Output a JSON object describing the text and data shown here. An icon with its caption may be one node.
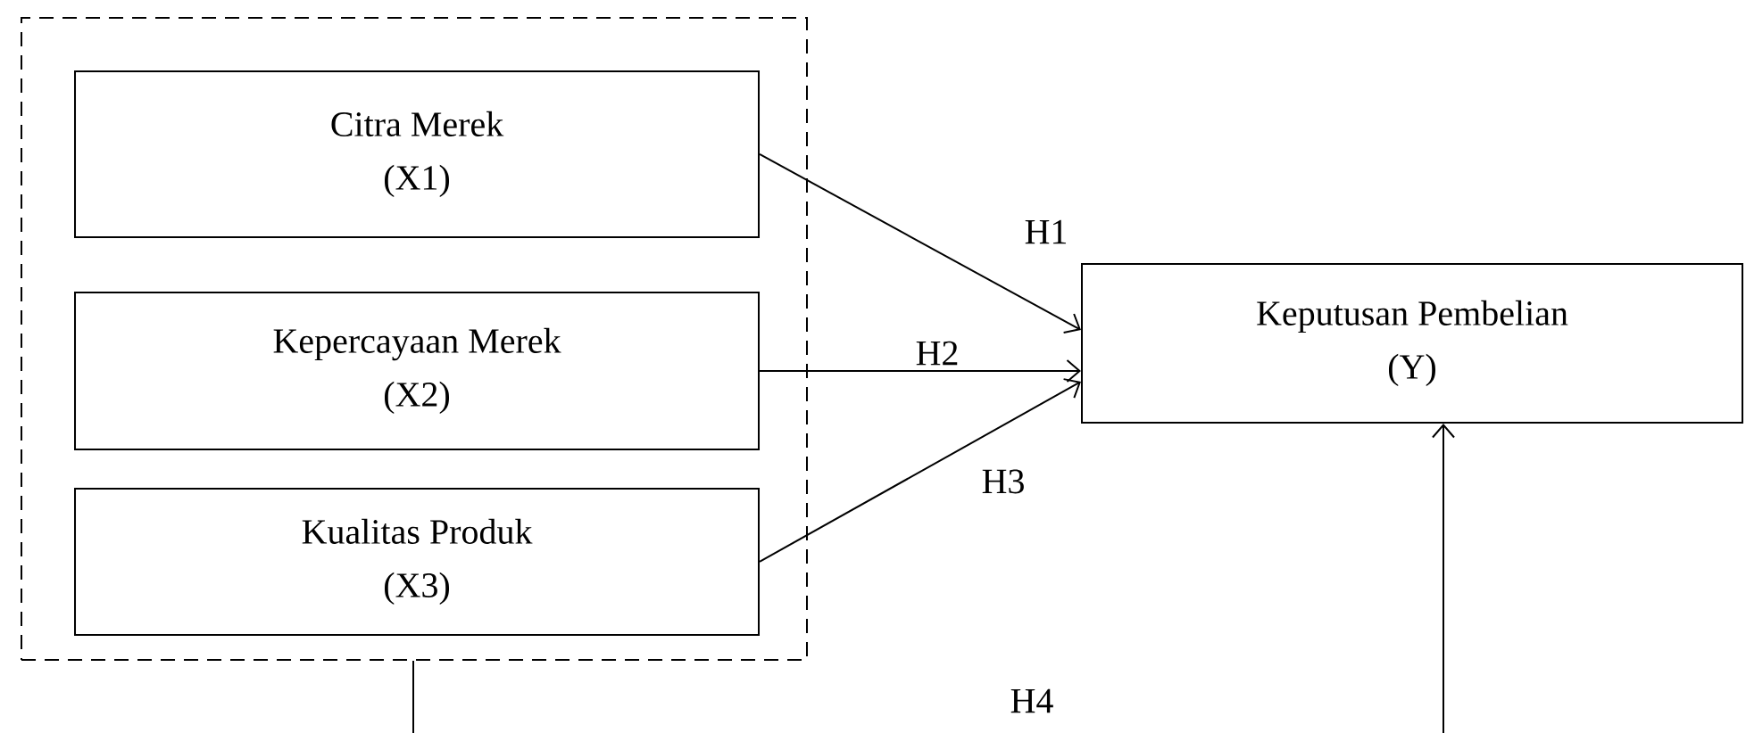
{
  "diagram": {
    "nodes": [
      {
        "text": [],
        "shape": "box"
      },
      {
        "text": [
          "Citra Merek",
          "(X1)"
        ],
        "in": 0
      },
      {
        "text": [
          "Kepercayaan Merek",
          "(X2)"
        ],
        "in": 0
      },
      {
        "text": [
          "Kualitas Produk",
          "(X3)"
        ],
        "in": 0
      },
      {
        "text": [
          "Keputusan Pembelian",
          "(Y)"
        ]
      }
    ],
    "edges": [
      {
        "from": 1,
        "to": 4,
        "arrow": "to",
        "label": "H1"
      },
      {
        "from": 2,
        "to": 4,
        "arrow": "to",
        "label": "H2"
      },
      {
        "from": 3,
        "to": 4,
        "arrow": "to",
        "label": "H3"
      },
      {
        "from": 0,
        "to": 4,
        "arrow": "to",
        "label": "H4"
      }
    ]
  }
}
